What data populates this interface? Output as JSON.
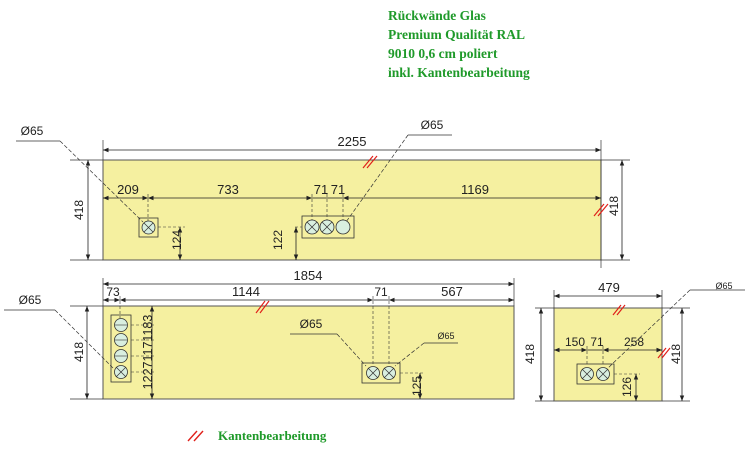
{
  "title_lines": [
    "Rückwände Glas",
    "Premium Qualität RAL",
    "9010 0,6 cm poliert",
    "inkl. Kantenbearbeitung"
  ],
  "legend": {
    "label": "Kantenbearbeitung",
    "mark_color": "#e0201a"
  },
  "colors": {
    "panel_fill": "#f5f0a0",
    "socket_fill": "#d9efe0",
    "title": "#1f9a2a"
  },
  "panels": {
    "top": {
      "total_width": "2255",
      "height": "418",
      "hole_diameter": "Ø65",
      "hole_diameter_b": "Ø65",
      "dims": {
        "d209": "209",
        "d733": "733",
        "d71a": "71",
        "d71b": "71",
        "d1169": "1169",
        "v124": "124",
        "v122": "122"
      }
    },
    "bottom_left": {
      "total_width": "1854",
      "height": "418",
      "hole_diameter_left": "Ø65",
      "hole_diameter_mid": "Ø65",
      "hole_diameter_small": "Ø65",
      "dims": {
        "d73": "73",
        "d1144": "1144",
        "d71": "71",
        "d567": "567",
        "v125": "125"
      },
      "vertical_stack": "12271171183"
    },
    "bottom_right": {
      "total_width": "479",
      "height_left": "418",
      "height_right": "418",
      "hole_diameter": "Ø65",
      "dims": {
        "d150": "150",
        "d71": "71",
        "d258": "258",
        "v126": "126"
      }
    }
  }
}
